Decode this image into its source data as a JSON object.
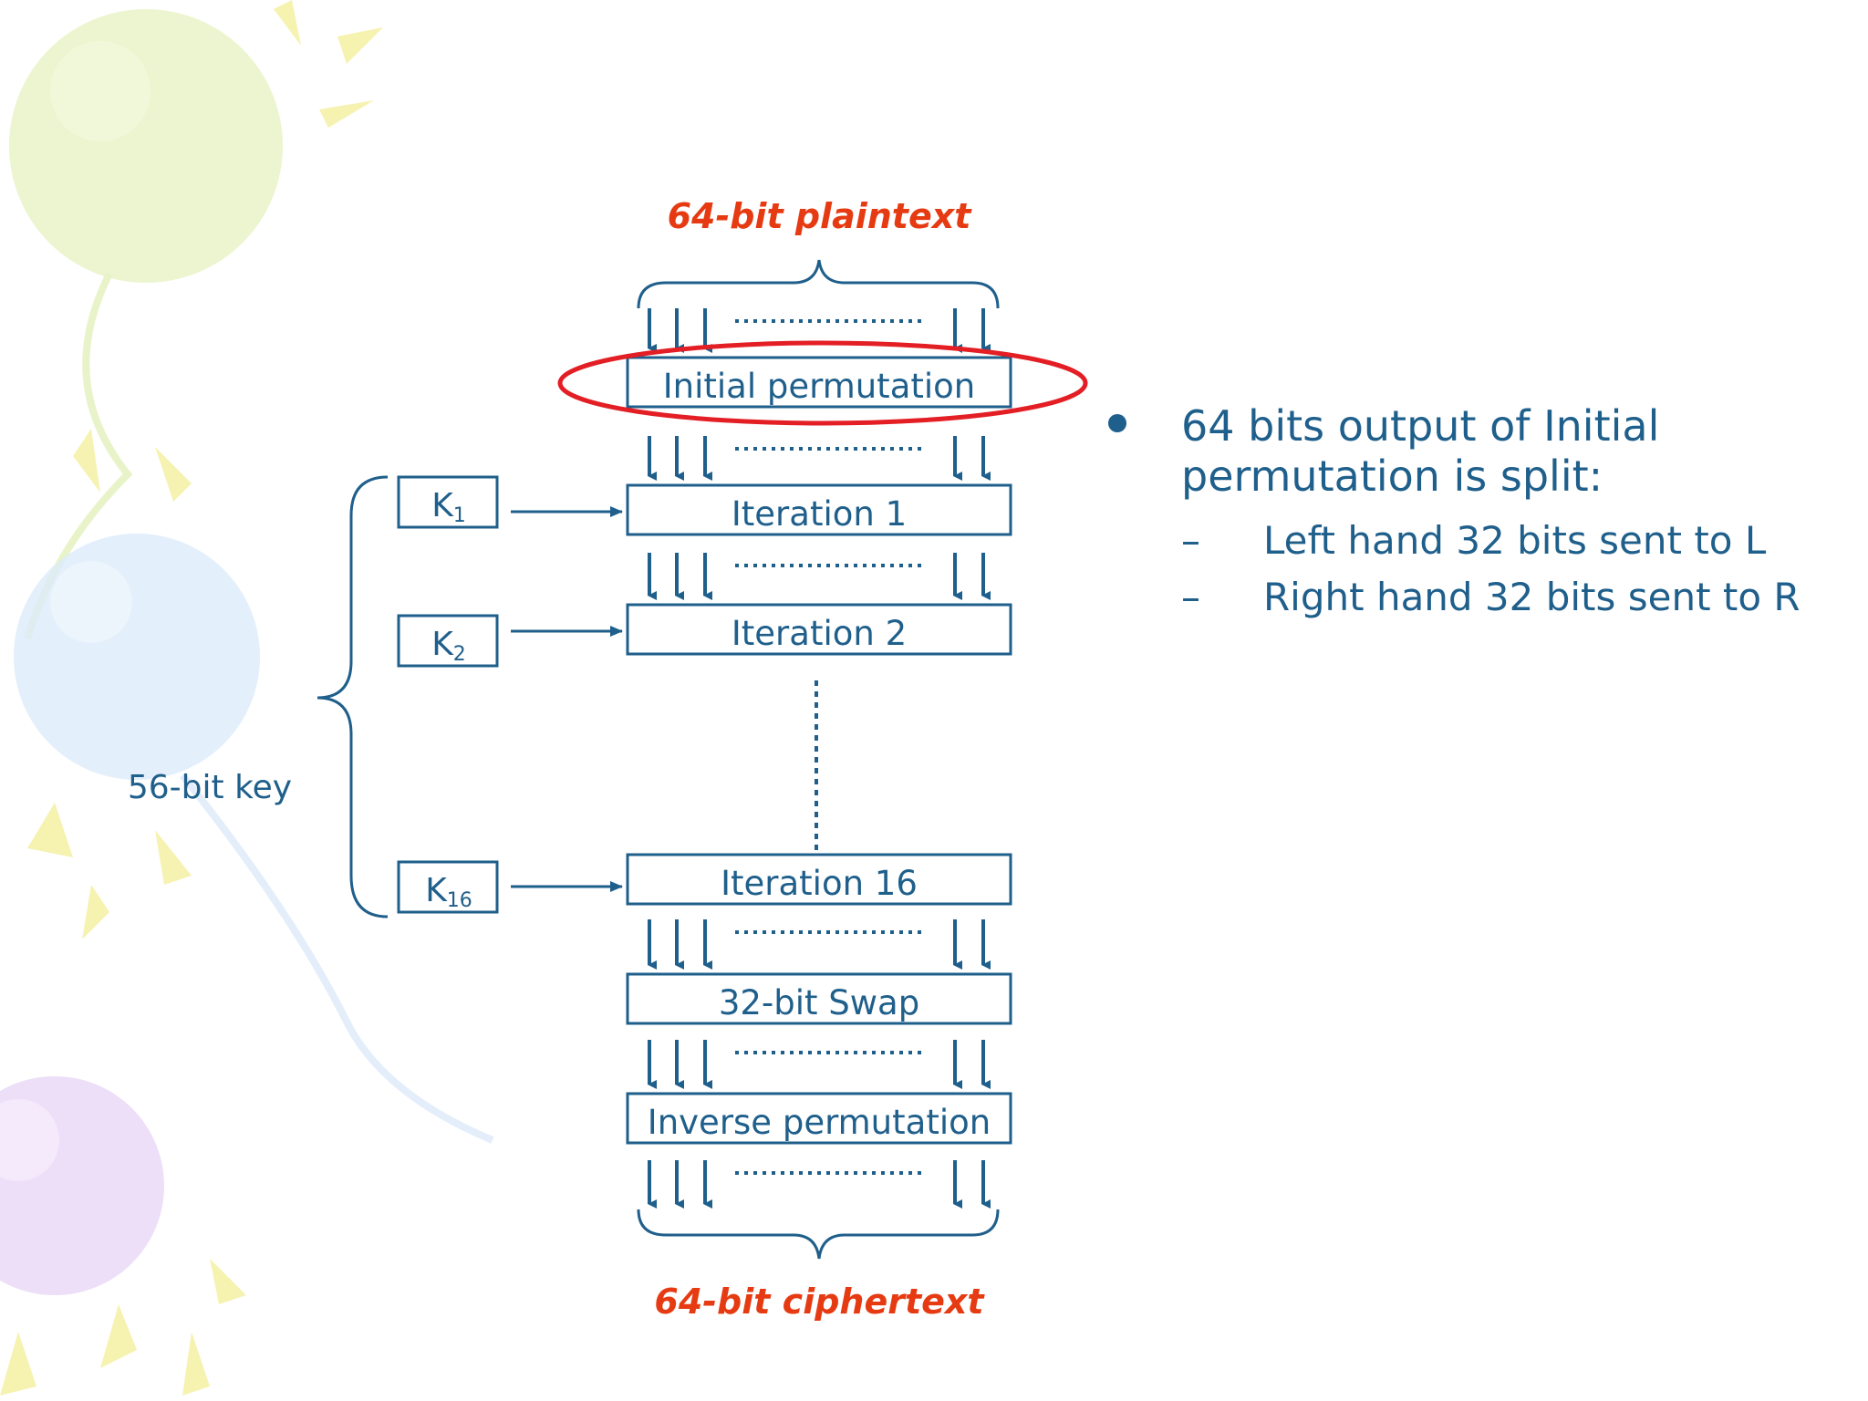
{
  "diagram": {
    "plaintext_label": "64-bit plaintext",
    "ciphertext_label": "64-bit ciphertext",
    "key_label": "56-bit key",
    "boxes": {
      "initial": "Initial permutation",
      "iter1": "Iteration 1",
      "iter2": "Iteration 2",
      "iter16": "Iteration 16",
      "swap": "32-bit Swap",
      "inverse": "Inverse permutation"
    },
    "keys": [
      {
        "main": "K",
        "sub": "1"
      },
      {
        "main": "K",
        "sub": "2"
      },
      {
        "main": "K",
        "sub": "16"
      }
    ]
  },
  "notes": {
    "main": "64 bits output of Initial permutation is split:",
    "dash": "–",
    "subs": [
      "Left hand 32 bits sent to L",
      "Right hand 32 bits sent to R"
    ]
  },
  "colors": {
    "primary": "#1f5f8b",
    "highlight_red": "#e31e24",
    "label_red": "#e63b12"
  }
}
